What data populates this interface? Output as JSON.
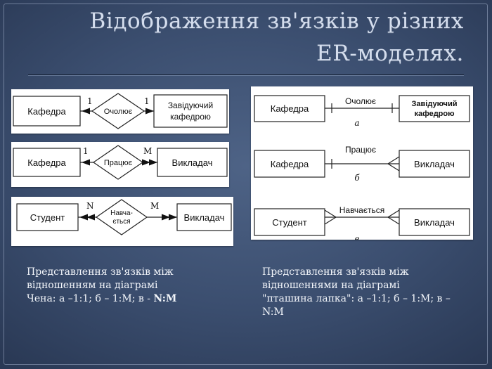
{
  "slide": {
    "title_line1": "Відображення  зв'язків у різних",
    "title_line2": "ER-моделях."
  },
  "chen_diagrams": [
    {
      "left_entity": "Кафедра",
      "relationship_lines": [
        "Очолює"
      ],
      "right_entity_lines": [
        "Завідуючий",
        "кафедрою"
      ],
      "left_cardinality": "1",
      "right_cardinality": "1"
    },
    {
      "left_entity": "Кафедра",
      "relationship_lines": [
        "Працює"
      ],
      "right_entity_lines": [
        "Викладач"
      ],
      "left_cardinality": "1",
      "right_cardinality": "M"
    },
    {
      "left_entity": "Студент",
      "relationship_lines": [
        "Навча-",
        "ється"
      ],
      "right_entity_lines": [
        "Викладач"
      ],
      "left_cardinality": "N",
      "right_cardinality": "M"
    }
  ],
  "crow_diagrams": [
    {
      "left_entity": "Кафедра",
      "relationship": "Очолює",
      "right_entity_lines": [
        "Завідуючий",
        "кафедрою"
      ],
      "letter": "а"
    },
    {
      "left_entity": "Кафедра",
      "relationship": "Працює",
      "right_entity_lines": [
        "Викладач"
      ],
      "letter": "б"
    },
    {
      "left_entity": "Студент",
      "relationship": "Навчається",
      "right_entity_lines": [
        "Викладач"
      ],
      "letter": "в"
    }
  ],
  "captions": {
    "left_lines": [
      "Представлення зв'язків між",
      "відношенням на діаграмі",
      "Чена: а –1:1; б – 1:М; в - "
    ],
    "left_bold": "N:M",
    "right_lines": [
      "Представлення зв'язків між",
      "відношеннями на діаграмі",
      "\"пташина лапка\": а –1:1; б – 1:М; в –",
      "N:M"
    ]
  }
}
